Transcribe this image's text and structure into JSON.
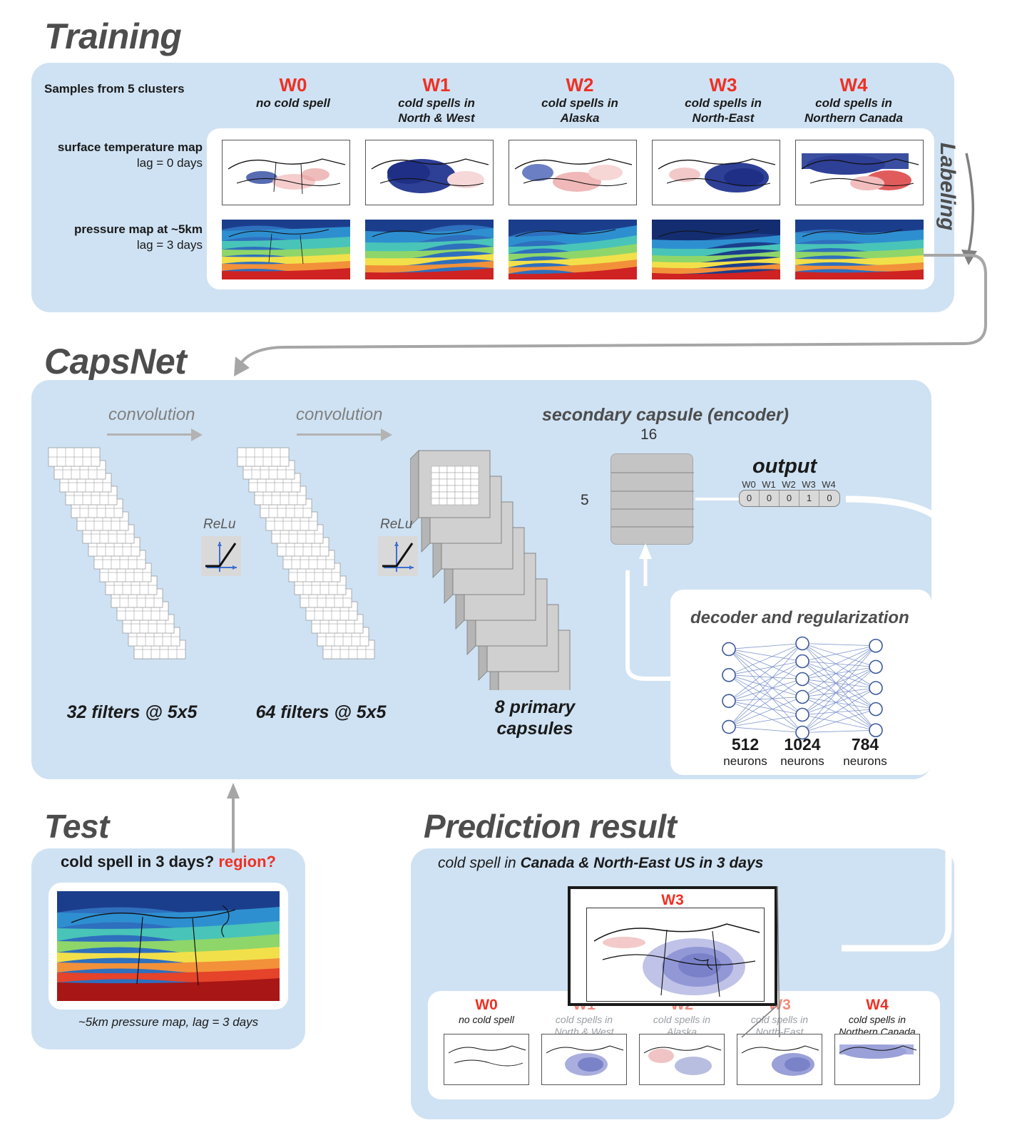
{
  "training": {
    "title": "Training",
    "samples_label": "Samples from 5 clusters",
    "row_labels": [
      {
        "line1": "surface temperature map",
        "line2": "lag = 0 days"
      },
      {
        "line1": "pressure map at ~5km",
        "line2": "lag = 3 days"
      }
    ],
    "clusters": [
      {
        "code": "W0",
        "desc_line1": "no cold spell",
        "desc_line2": ""
      },
      {
        "code": "W1",
        "desc_line1": "cold spells in",
        "desc_line2": "North & West"
      },
      {
        "code": "W2",
        "desc_line1": "cold spells in",
        "desc_line2": "Alaska"
      },
      {
        "code": "W3",
        "desc_line1": "cold spells in",
        "desc_line2": "North-East"
      },
      {
        "code": "W4",
        "desc_line1": "cold spells in",
        "desc_line2": "Northern Canada"
      }
    ],
    "labeling_text": "Labeling"
  },
  "capsnet": {
    "title": "CapsNet",
    "conv1_label": "convolution",
    "conv2_label": "convolution",
    "relu1_label": "ReLu",
    "relu2_label": "ReLu",
    "caption1": "32 filters @ 5x5",
    "caption2": "64 filters @ 5x5",
    "caption3_line1": "8 primary",
    "caption3_line2": "capsules",
    "secondary_capsule_label": "secondary capsule (encoder)",
    "dim_cols": "16",
    "dim_rows": "5",
    "output_label": "output",
    "output_headers": [
      "W0",
      "W1",
      "W2",
      "W3",
      "W4"
    ],
    "output_values": [
      "0",
      "0",
      "0",
      "1",
      "0"
    ],
    "decoder_label": "decoder and regularization",
    "decoder_layers": [
      {
        "count": "512",
        "unit": "neurons",
        "nodes": 4
      },
      {
        "count": "1024",
        "unit": "neurons",
        "nodes": 6
      },
      {
        "count": "784",
        "unit": "neurons",
        "nodes": 5
      }
    ]
  },
  "test": {
    "title": "Test",
    "question_prefix": "cold spell in 3 days? ",
    "question_highlight": "region?",
    "caption": "~5km pressure map, lag = 3 days"
  },
  "prediction": {
    "title": "Prediction result",
    "subtitle_prefix": "cold spell in ",
    "subtitle_bold": "Canada & North-East US in 3 days",
    "zoom_code": "W3",
    "columns": [
      {
        "code": "W0",
        "desc_line1": "no cold spell",
        "desc_line2": "",
        "faded": false
      },
      {
        "code": "W1",
        "desc_line1": "cold spells in",
        "desc_line2": "North & West",
        "faded": true
      },
      {
        "code": "W2",
        "desc_line1": "cold spells in",
        "desc_line2": "Alaska",
        "faded": true
      },
      {
        "code": "W3",
        "desc_line1": "cold spells in",
        "desc_line2": "North-East",
        "faded": true
      },
      {
        "code": "W4",
        "desc_line1": "cold spells in",
        "desc_line2": "Northern Canada",
        "faded": false
      }
    ]
  },
  "colors": {
    "panel_blue": "#cfe2f3",
    "accent_red": "#ee3124",
    "title_gray": "#4d4d4d",
    "arrow_gray": "#b3b3b3"
  }
}
